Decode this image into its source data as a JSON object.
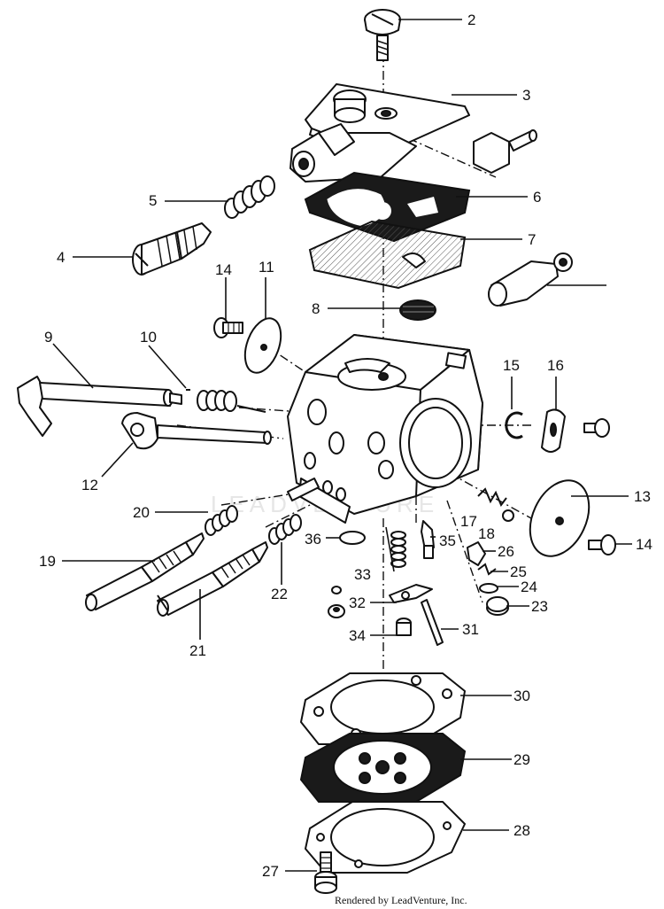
{
  "callouts": [
    {
      "n": "2"
    },
    {
      "n": "3"
    },
    {
      "n": "4"
    },
    {
      "n": "5"
    },
    {
      "n": "6"
    },
    {
      "n": "7"
    },
    {
      "n": "8"
    },
    {
      "n": "9"
    },
    {
      "n": "10"
    },
    {
      "n": "11"
    },
    {
      "n": "12"
    },
    {
      "n": "13"
    },
    {
      "n": "14"
    },
    {
      "n": "14"
    },
    {
      "n": "15"
    },
    {
      "n": "16"
    },
    {
      "n": "17"
    },
    {
      "n": "18"
    },
    {
      "n": "19"
    },
    {
      "n": "20"
    },
    {
      "n": "21"
    },
    {
      "n": "22"
    },
    {
      "n": "23"
    },
    {
      "n": "24"
    },
    {
      "n": "25"
    },
    {
      "n": "26"
    },
    {
      "n": "27"
    },
    {
      "n": "28"
    },
    {
      "n": "29"
    },
    {
      "n": "30"
    },
    {
      "n": "31"
    },
    {
      "n": "32"
    },
    {
      "n": "33"
    },
    {
      "n": "34"
    },
    {
      "n": "35"
    },
    {
      "n": "36"
    }
  ],
  "watermark": "LEADVENTURE",
  "credit": "Rendered by LeadVenture, Inc.",
  "colors": {
    "line": "#111111",
    "background": "#ffffff",
    "watermark": "#e6e6e6"
  }
}
